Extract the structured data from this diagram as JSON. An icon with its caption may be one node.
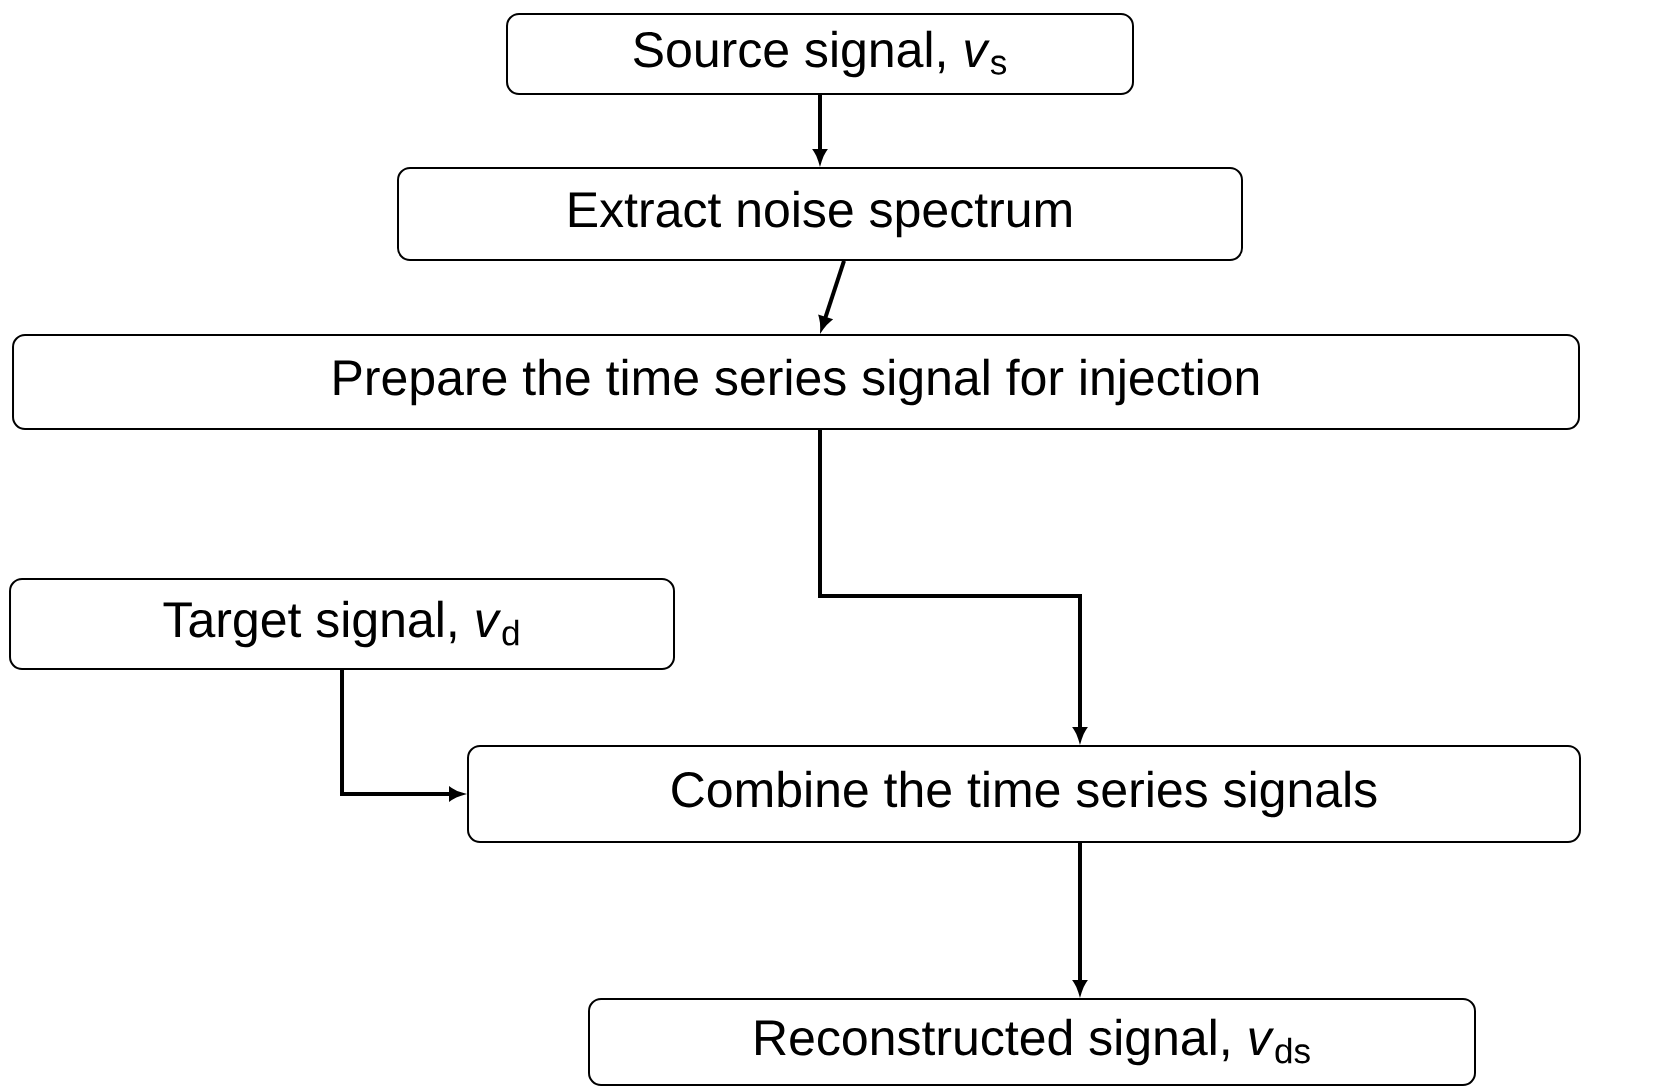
{
  "diagram": {
    "nodes": [
      {
        "text": [
          "Source signal, *v*$_{s}$"
        ]
      },
      {
        "text": [
          "Extract noise spectrum"
        ]
      },
      {
        "text": [
          "Prepare the time series signal for injection"
        ]
      },
      {
        "text": [
          "Target signal, *v*$_{d}$"
        ]
      },
      {
        "text": [
          "Combine the time series signals"
        ]
      },
      {
        "text": [
          "Reconstructed signal, *v*$_{ds}$"
        ]
      }
    ],
    "edges": [
      {
        "from": 0,
        "to": 1,
        "arrow": "to"
      },
      {
        "from": 1,
        "to": 2,
        "arrow": "to"
      },
      {
        "from": 2,
        "to": 4,
        "arrow": "to"
      },
      {
        "from": 3,
        "to": 4,
        "arrow": "to"
      },
      {
        "from": 4,
        "to": 5,
        "arrow": "to"
      }
    ]
  }
}
